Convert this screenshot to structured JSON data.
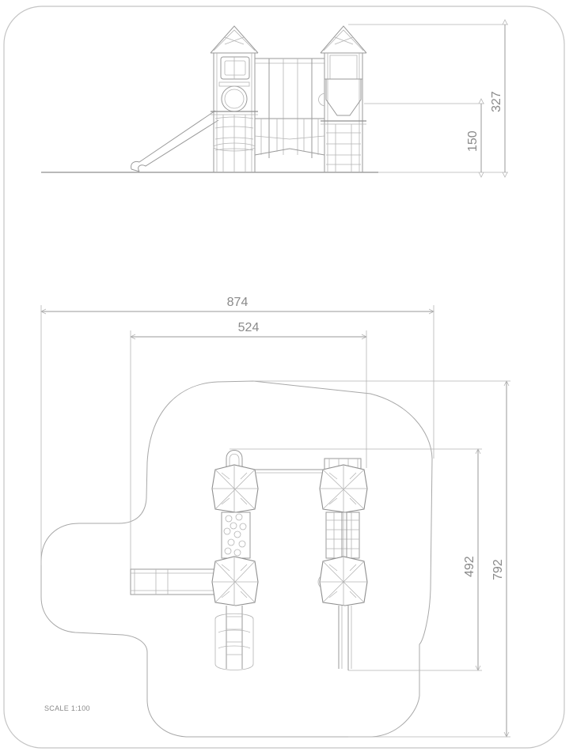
{
  "dimensions": {
    "total_height": "327",
    "platform_height": "150",
    "overall_width": "874",
    "structure_width": "524",
    "structure_depth": "492",
    "overall_depth": "792"
  },
  "scale_label": "SCALE 1:100"
}
